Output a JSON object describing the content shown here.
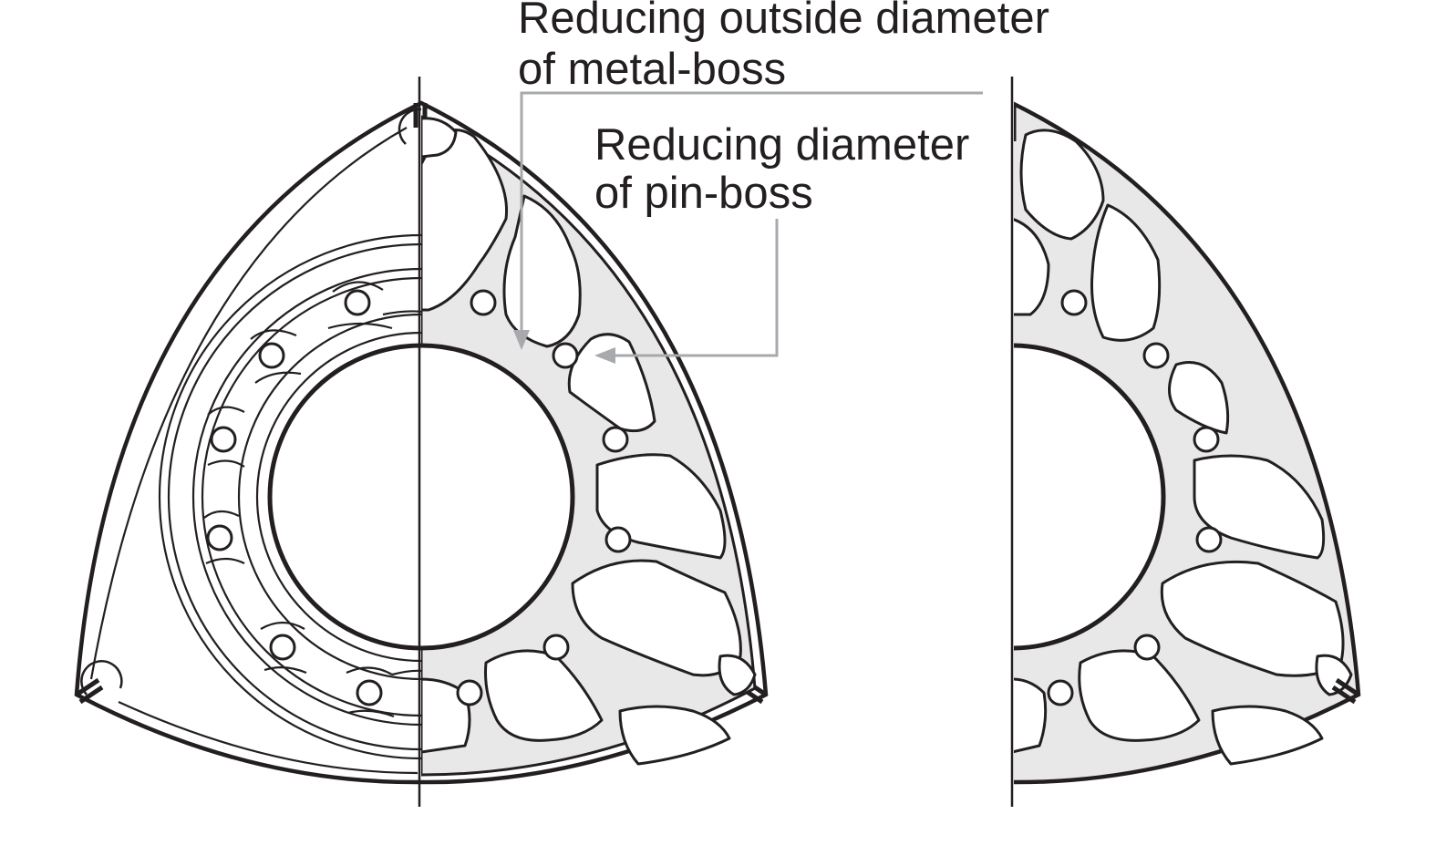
{
  "annotations": {
    "metal_boss": {
      "line1": "Reducing outside diameter",
      "line2": "of metal-boss"
    },
    "pin_boss": {
      "line1": "Reducing diameter",
      "line2": "of pin-boss"
    }
  },
  "colors": {
    "ink": "#231f20",
    "web_fill": "#e9e8e8",
    "leader": "#a7a9ac",
    "background": "#ffffff"
  }
}
